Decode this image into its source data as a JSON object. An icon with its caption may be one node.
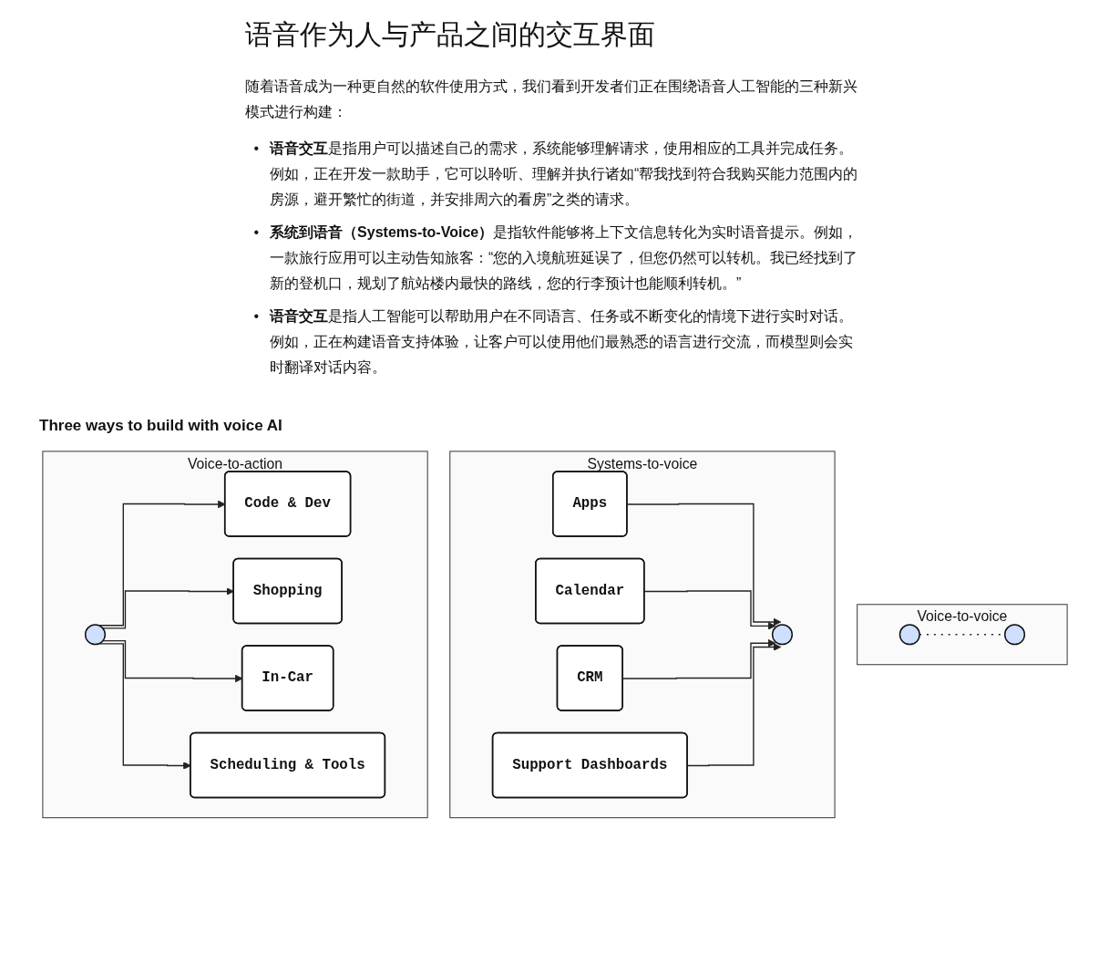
{
  "diagram": {
    "title": "Three ways to build with voice AI",
    "nodes": [
      {
        "text": [
          "Voice-to-action"
        ]
      },
      {
        "text": [],
        "shape": "circle",
        "in": 0
      },
      {
        "text": [
          "Code & Dev"
        ],
        "in": 0
      },
      {
        "text": [
          "Shopping"
        ],
        "in": 0
      },
      {
        "text": [
          "In-Car"
        ],
        "in": 0
      },
      {
        "text": [
          "Scheduling & Tools"
        ],
        "in": 0
      },
      {
        "text": [
          "Systems-to-voice"
        ]
      },
      {
        "text": [
          "Apps"
        ],
        "in": 6
      },
      {
        "text": [
          "Calendar"
        ],
        "in": 6
      },
      {
        "text": [
          "CRM"
        ],
        "in": 6
      },
      {
        "text": [
          "Support Dashboards"
        ],
        "in": 6
      },
      {
        "text": [],
        "shape": "circle",
        "in": 6
      },
      {
        "text": [
          "Voice-to-voice"
        ]
      },
      {
        "text": [],
        "shape": "circle",
        "in": 12
      },
      {
        "text": [],
        "shape": "circle",
        "in": 12
      }
    ],
    "edges": [
      {
        "from": 1,
        "to": 2,
        "arrow": "to"
      },
      {
        "from": 1,
        "to": 3,
        "arrow": "to"
      },
      {
        "from": 1,
        "to": 4,
        "arrow": "to"
      },
      {
        "from": 1,
        "to": 5,
        "arrow": "to"
      },
      {
        "from": 7,
        "to": 11,
        "arrow": "to"
      },
      {
        "from": 8,
        "to": 11,
        "arrow": "to"
      },
      {
        "from": 9,
        "to": 11,
        "arrow": "to"
      },
      {
        "from": 10,
        "to": 11,
        "arrow": "to"
      },
      {
        "from": 13,
        "to": 14,
        "arrow": "none",
        "style": "dashed"
      }
    ],
    "labels": [
      "语音作为人与产品之间的交互界面",
      "随着语音成为一种更自然的软件使用方式，我们看到开发者们正在围绕语音人工智能的三种新兴模式进行构建：",
      "•",
      "**语音交互**是指用户可以描述自己的需求，系统能够理解请求，使用相应的工具并完成任务。例如，正在开发一款助手，它可以聆听、理解并执行诸如“帮我找到符合我购买能力范围内的房源，避开繁忙的街道，并安排周六的看房”之类的请求。",
      "•",
      "**系统到语音（Systems-to-Voice）**是指软件能够将上下文信息转化为实时语音提示。例如，一款旅行应用可以主动告知旅客：“您的入境航班延误了，但您仍然可以转机。我已经找到了新的登机口，规划了航站楼内最快的路线，您的行李预计也能顺利转机。”",
      "•",
      "**语音交互**是指人工智能可以帮助用户在不同语言、任务或不断变化的情境下进行实时对话。例如，正在构建语音支持体验，让客户可以使用他们最熟悉的语言进行交流，而模型则会实时翻译对话内容。"
    ]
  }
}
